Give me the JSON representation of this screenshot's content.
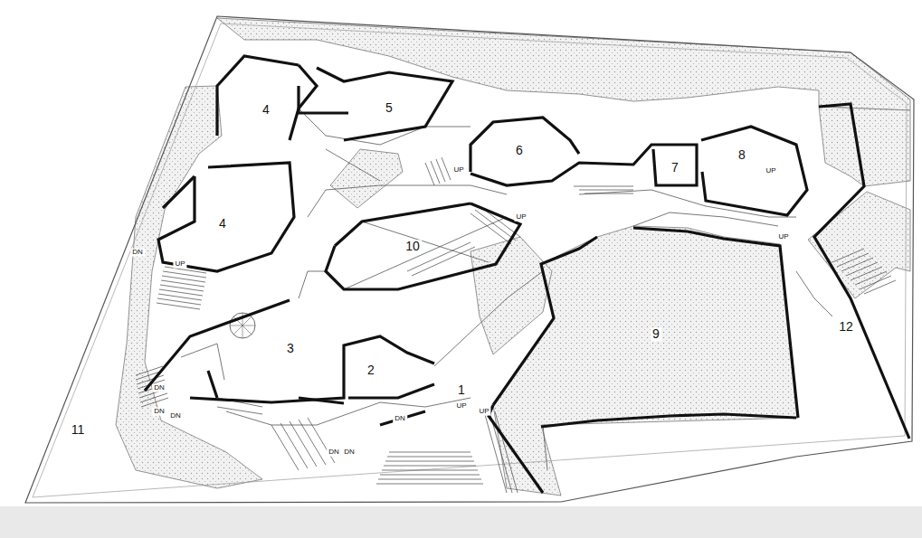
{
  "diagram": {
    "labels": [
      "4",
      "5",
      "6",
      "7",
      "8",
      "4",
      "10",
      "3",
      "2",
      "1",
      "9",
      "11",
      "12",
      "UP",
      "UP",
      "UP",
      "UP",
      "DN",
      "UP",
      "DN",
      "DN",
      "DN",
      "UP",
      "UP",
      "DN",
      "DN",
      "DN"
    ]
  }
}
